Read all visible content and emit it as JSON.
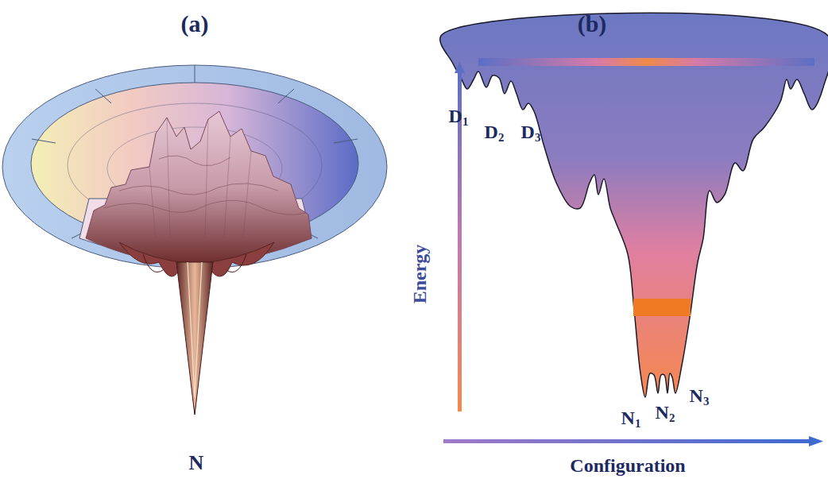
{
  "diagram": {
    "labels": [
      "(a)",
      "N",
      "(b)",
      "D1",
      "D2",
      "D3",
      "Energy",
      "N1",
      "N2",
      "N3",
      "Configuration"
    ]
  }
}
